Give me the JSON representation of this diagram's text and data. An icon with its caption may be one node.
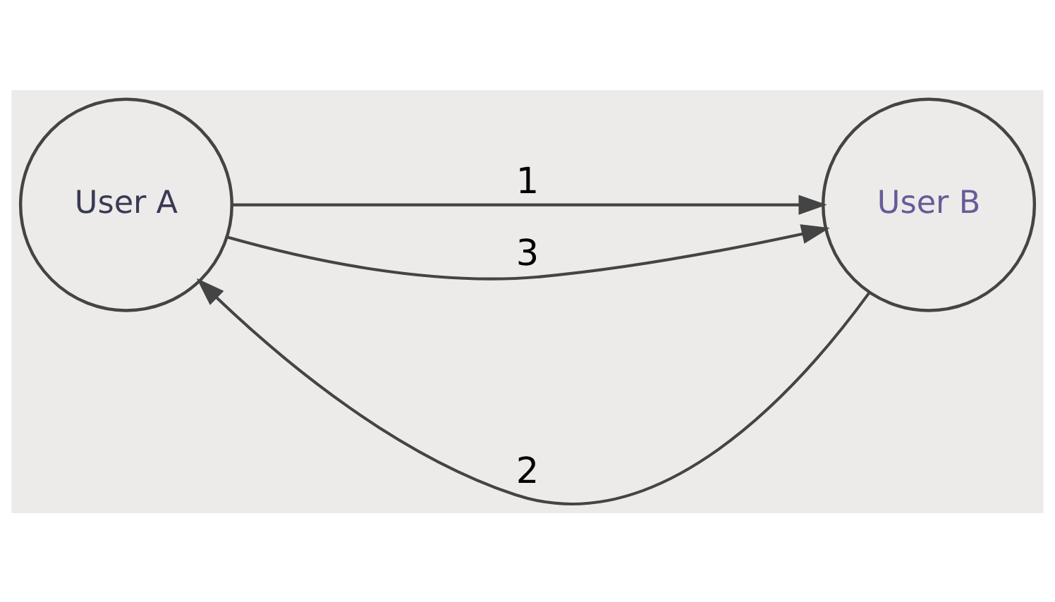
{
  "diagram": {
    "nodes": [
      {
        "text": [
          "User A"
        ]
      },
      {
        "text": [
          "User B"
        ]
      }
    ],
    "edges": [
      {
        "from": 0,
        "to": 1,
        "arrow": "to",
        "label": "1"
      },
      {
        "from": 1,
        "to": 0,
        "arrow": "to",
        "label": "2"
      },
      {
        "from": 0,
        "to": 1,
        "arrow": "to",
        "label": "3"
      }
    ]
  }
}
